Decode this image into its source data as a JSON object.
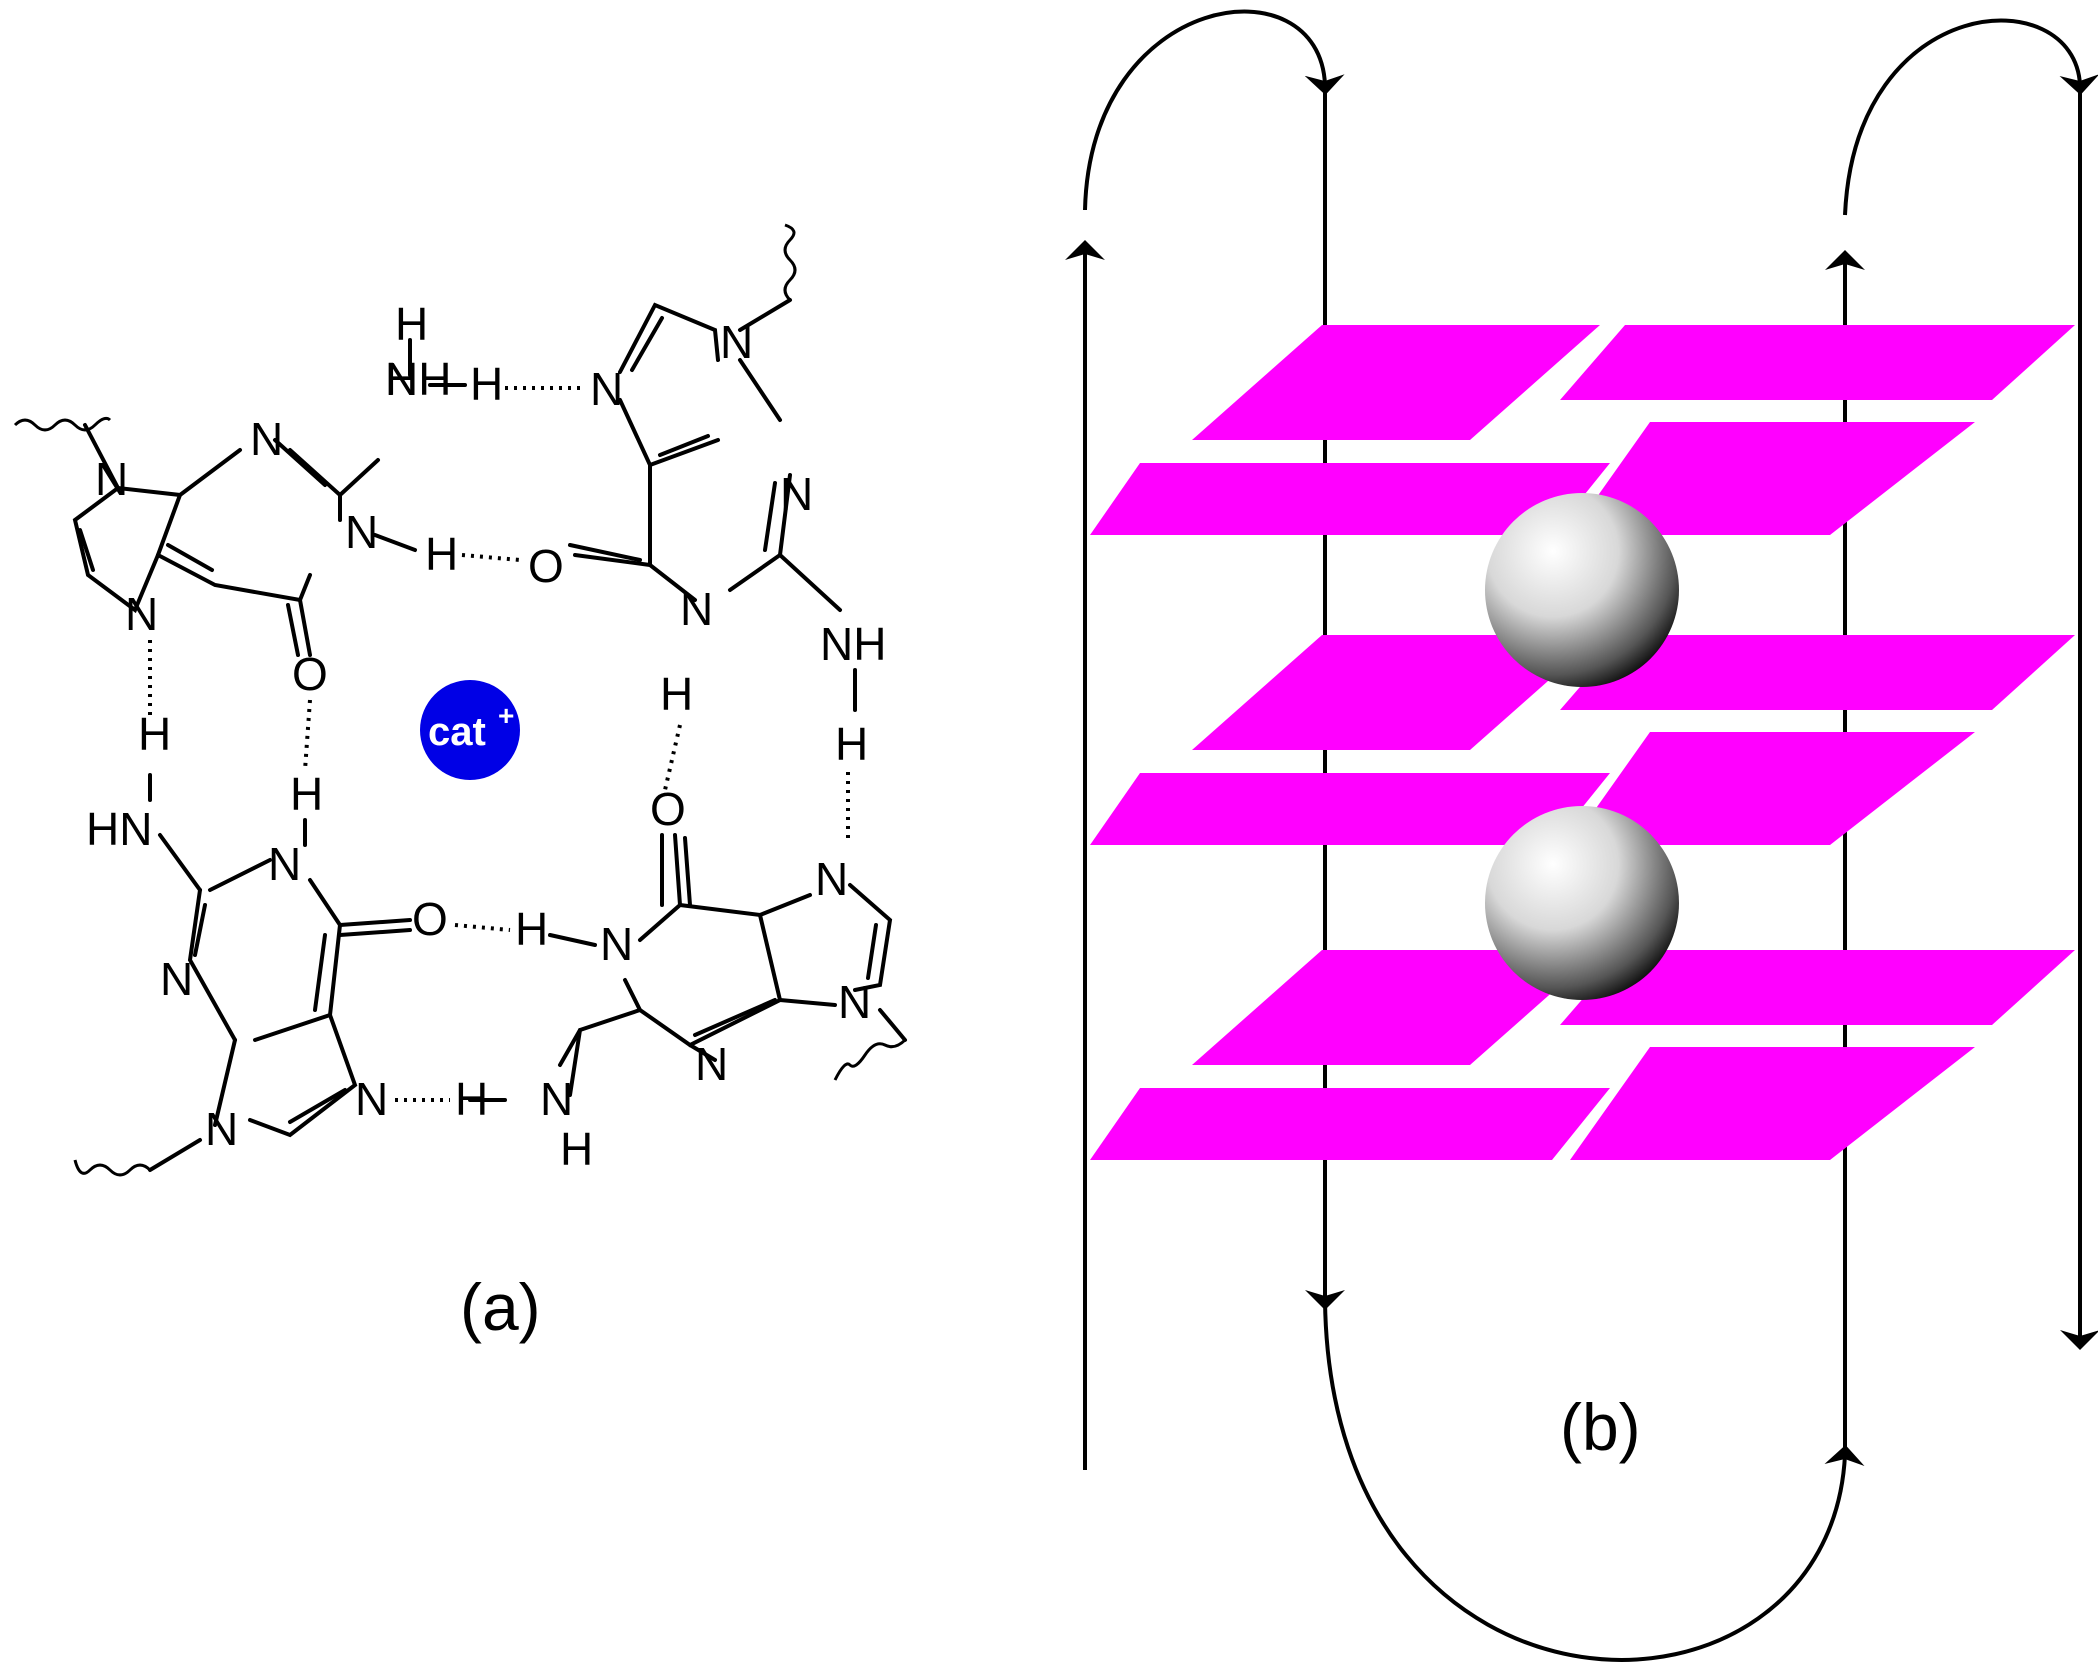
{
  "panel_a": {
    "label": "(a)",
    "cation_label": "cat",
    "cation_charge": "+",
    "cation_color": "#0000e6",
    "atoms": {
      "N": "N",
      "H": "H",
      "O": "O",
      "NH": "NH",
      "HN": "HN"
    }
  },
  "panel_b": {
    "label": "(b)",
    "plane_color": "#ff00ff",
    "ion_color": "#cccccc",
    "strand_color": "#000000"
  }
}
